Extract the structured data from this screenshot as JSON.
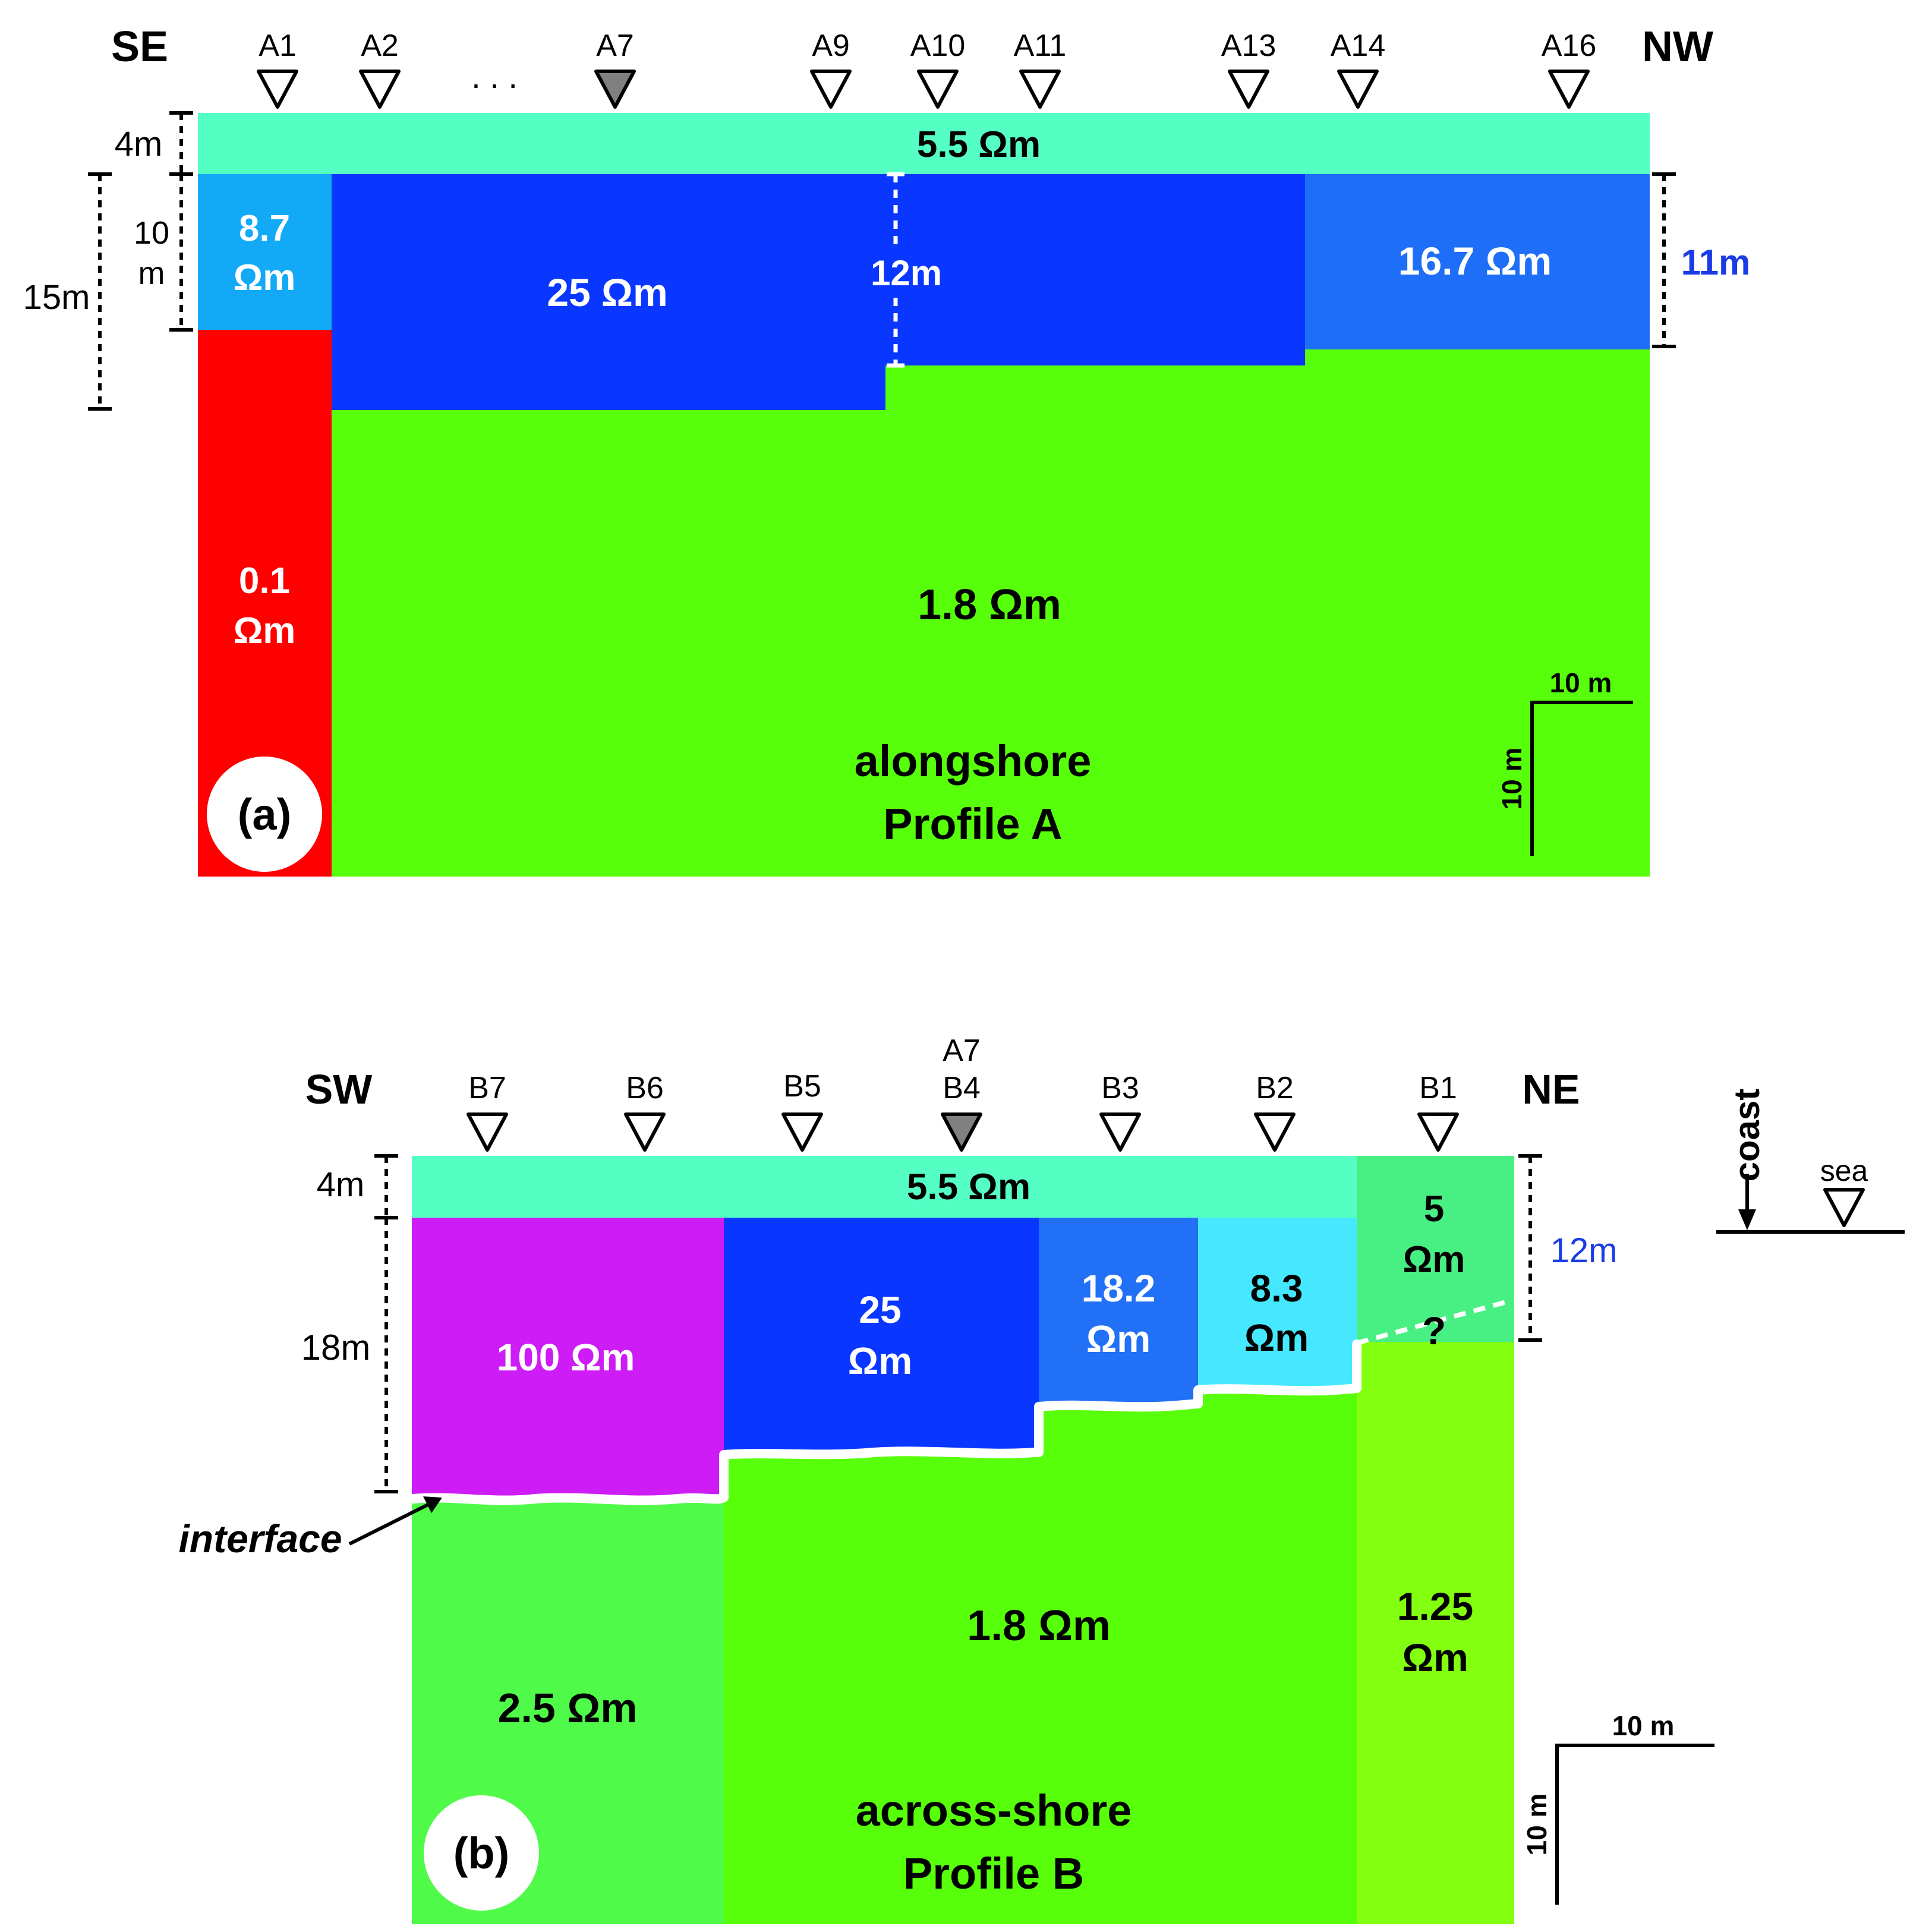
{
  "profile_a": {
    "left_direction": "SE",
    "right_direction": "NW",
    "stations": [
      "A1",
      "A2",
      "A7",
      "A9",
      "A10",
      "A11",
      "A13",
      "A14",
      "A16"
    ],
    "highlighted_station": "A7",
    "ellipsis": ". . .",
    "layers": {
      "top": "5.5 Ωm",
      "a1_upper": [
        "8.7",
        "Ωm"
      ],
      "mid_block": "25 Ωm",
      "right_block": "16.7 Ωm",
      "a1_lower": [
        "0.1",
        "Ωm"
      ],
      "bottom": "1.8 Ωm"
    },
    "depths": {
      "top": "4m",
      "a1_upper": [
        "10",
        "m"
      ],
      "left_total": "15m",
      "step": "12m",
      "right": "11m"
    },
    "scale": {
      "horizontal": "10 m",
      "vertical": "10 m"
    },
    "panel_label": "(a)",
    "title_lines": [
      "alongshore",
      "Profile A"
    ]
  },
  "profile_b": {
    "left_direction": "SW",
    "right_direction": "NE",
    "stations": [
      "B7",
      "B6",
      "B5",
      "B4",
      "B3",
      "B2",
      "B1"
    ],
    "coincident_station": "A7",
    "highlighted_station": "B4",
    "layers": {
      "top": "5.5 Ωm",
      "b7_upper": "100 Ωm",
      "b5_upper": [
        "25",
        "Ωm"
      ],
      "b3_upper": [
        "18.2",
        "Ωm"
      ],
      "b2_upper": [
        "8.3",
        "Ωm"
      ],
      "b1_upper": [
        "5",
        "Ωm"
      ],
      "b1_uncertain": "?",
      "b7_lower": "2.5 Ωm",
      "middle_lower": "1.8 Ωm",
      "b1_lower": [
        "1.25",
        "Ωm"
      ]
    },
    "depths": {
      "top": "4m",
      "left": "18m",
      "right": "12m"
    },
    "interface_label": "interface",
    "inset": {
      "coast": "coast",
      "sea": "sea"
    },
    "scale": {
      "horizontal": "10 m",
      "vertical": "10 m"
    },
    "panel_label": "(b)",
    "title_lines": [
      "across-shore",
      "Profile B"
    ]
  },
  "colors": {
    "top_layer": "#55ffc4",
    "resist_8_7": "#12aaf6",
    "resist_25": "#0a37ff",
    "resist_16_7": "#1e6ef8",
    "resist_0_1": "#ff0000",
    "resist_1_8": "#58ff0a",
    "resist_100": "#cd1cf6",
    "resist_18_2": "#2170f5",
    "resist_8_3": "#46e8ff",
    "resist_5": "#48f083",
    "resist_2_5": "#4ffb48",
    "resist_1_25": "#83ff10",
    "station_highlight": "#808080"
  }
}
